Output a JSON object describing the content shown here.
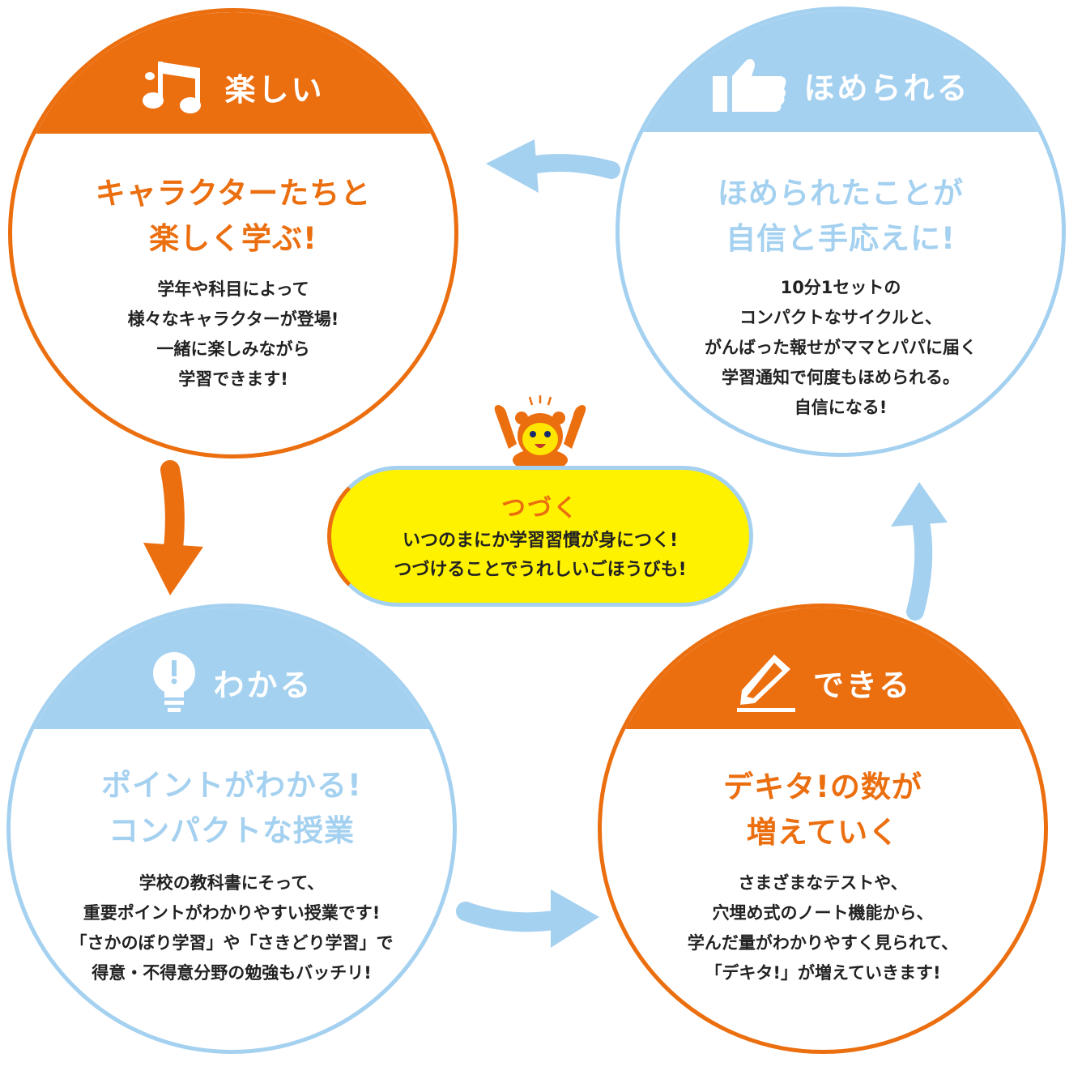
{
  "colors": {
    "orange": "#EB6E0F",
    "blue": "#A5D1F0",
    "yellow": "#FFF200"
  },
  "steps": {
    "fun": {
      "icon": "music-note-icon",
      "label": "楽しい",
      "heading": "キャラクターたちと\n楽しく学ぶ!",
      "body": "学年や科目によって\n様々なキャラクターが登場!\n一緒に楽しみながら\n学習できます!"
    },
    "praise": {
      "icon": "thumbs-up-icon",
      "label": "ほめられる",
      "heading": "ほめられたことが\n自信と手応えに!",
      "body": "10分1セットの\nコンパクトなサイクルと、\nがんばった報せがママとパパに届く\n学習通知で何度もほめられる。\n自信になる!"
    },
    "understand": {
      "icon": "lightbulb-icon",
      "label": "わかる",
      "heading": "ポイントがわかる!\nコンパクトな授業",
      "body": "学校の教科書にそって、\n重要ポイントがわかりやすい授業です!\n「さかのぼり学習」や「さきどり学習」で\n得意・不得意分野の勉強もバッチリ!"
    },
    "cando": {
      "icon": "pencil-icon",
      "label": "できる",
      "heading": "デキタ!の数が\n増えていく",
      "body": "さまざまなテストや、\n穴埋め式のノート機能から、\n学んだ量がわかりやすく見られて、\n「デキタ!」が増えていきます!"
    }
  },
  "center": {
    "title": "つづく",
    "body": "いつのまにか学習習慣が身につく!\nつづけることでうれしいごほうびも!",
    "mascot": "mascot-character"
  }
}
